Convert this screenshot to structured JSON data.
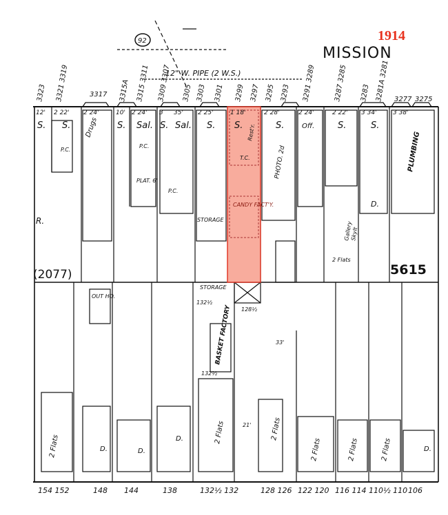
{
  "year": "1914",
  "street": "MISSION",
  "route_marker": "92",
  "pipe_label": "12\" W. PIPE (2 W.S.)",
  "block_number": "(2077)",
  "sheet_number": "5615",
  "colors": {
    "highlight_fill": "#f7a392",
    "highlight_border": "#e03a2a",
    "year": "#e8321e",
    "ink": "#111111"
  },
  "top_addresses": [
    "3323",
    "3321 3319",
    "3317",
    "3315A",
    "3315 3311",
    "3309 3307",
    "3305",
    "3303",
    "3301",
    "3299",
    "3297",
    "3295",
    "3293",
    "3291 3289",
    "3287 3285",
    "3283",
    "3281A 3281",
    "3277",
    "3275"
  ],
  "lots_top": [
    {
      "floors": "12'",
      "use": "S."
    },
    {
      "floors": "2 22'",
      "use": "S."
    },
    {
      "floors": "2 24'",
      "use": "Drugs"
    },
    {
      "floors": "10'",
      "use": "S."
    },
    {
      "floors": "2 24'",
      "use": "Sal."
    },
    {
      "floors": "3",
      "use": "S."
    },
    {
      "floors": "35'",
      "use": "Sal."
    },
    {
      "floors": "2 25'",
      "use": "S."
    },
    {
      "floors": "1 18'",
      "use": "S."
    },
    {
      "floors": "2 28'",
      "use": "S."
    },
    {
      "floors": "2 24'",
      "use": "Off."
    },
    {
      "floors": "2 22'",
      "use": "S."
    },
    {
      "floors": "3 34'",
      "use": "S."
    },
    {
      "floors": "3 38'",
      "use": "PLUMBING"
    }
  ],
  "annotations": [
    "P.C.",
    "P.C.",
    "P.C.",
    "PLAT. 6'",
    "Rest'r.",
    "T.C.",
    "CANDY FACT'Y.",
    "PHOTO. 2d",
    "STORAGE",
    "STORAGE",
    "R.",
    "D.",
    "2 Flats",
    "OUT HO.",
    "BASKET FACTORY",
    "Gallery",
    "Skylt"
  ],
  "lots_bottom": [
    {
      "label": "2 Flats"
    },
    {
      "label": "D."
    },
    {
      "label": "D."
    },
    {
      "label": "D."
    },
    {
      "label": "2 Flats"
    },
    {
      "label": "2 Flats"
    },
    {
      "label": "2 Flats"
    },
    {
      "label": "2 Flats"
    },
    {
      "label": "2 Flats"
    },
    {
      "label": "D."
    }
  ],
  "bottom_addresses": [
    "154 152",
    "148",
    "144",
    "138",
    "132½ 132",
    "128 126",
    "122 120",
    "116 114",
    "110½ 110",
    "106"
  ],
  "misc_numbers": [
    "132½",
    "128½",
    "132½",
    "21'",
    "33'"
  ]
}
